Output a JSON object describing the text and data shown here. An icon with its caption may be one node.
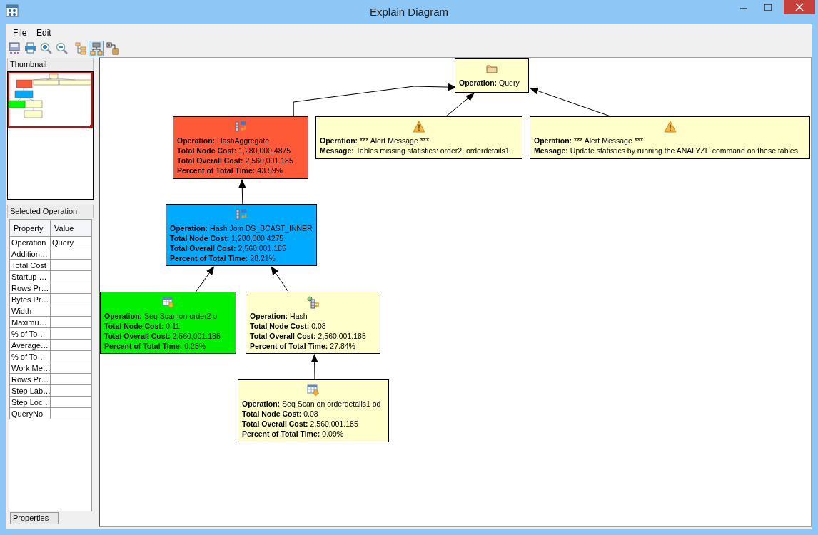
{
  "diagram": {
    "title": "Explain Diagram",
    "nodes": [
      {
        "text": [
          "Operation:",
          "Query"
        ]
      },
      {
        "text": [
          "Operation:",
          "HashAggregate",
          "Total Node Cost:",
          "1,280,000.4875",
          "Total Overall Cost:",
          "2,560,001.185",
          "Percent of Total Time:",
          "43.59%"
        ]
      },
      {
        "text": [
          "Operation:",
          "*** Alert Message ***",
          "Message:",
          "Tables missing statistics: order2, orderdetails1"
        ]
      },
      {
        "text": [
          "Operation:",
          "*** Alert Message ***",
          "Message:",
          "Update statistics by running the ANALYZE command on these tables"
        ]
      },
      {
        "text": [
          "Operation:",
          "Hash Join DS_BCAST_INNER",
          "Total Node Cost:",
          "1,280,000.4275",
          "Total Overall Cost:",
          "2,560,001.185",
          "Percent of Total Time:",
          "28.21%"
        ]
      },
      {
        "text": [
          "Operation:",
          "Seq Scan on order2 o",
          "Total Node Cost:",
          "0.11",
          "Total Overall Cost:",
          "2,560,001.185",
          "Percent of Total Time:",
          "0.28%"
        ]
      },
      {
        "text": [
          "Operation:",
          "Hash",
          "Total Node Cost:",
          "0.08",
          "Total Overall Cost:",
          "2,560,001.185",
          "Percent of Total Time:",
          "27.84%"
        ]
      },
      {
        "text": [
          "Operation:",
          "Seq Scan on orderdetails1 od",
          "Total Node Cost:",
          "0.08",
          "Total Overall Cost:",
          "2,560,001.185",
          "Percent of Total Time:",
          "0.09%"
        ]
      }
    ],
    "edges": [
      {
        "from": 1,
        "to": 0,
        "arrow": "to"
      },
      {
        "from": 2,
        "to": 0,
        "arrow": "to"
      },
      {
        "from": 3,
        "to": 0,
        "arrow": "to"
      },
      {
        "from": 4,
        "to": 1,
        "arrow": "to"
      },
      {
        "from": 5,
        "to": 4,
        "arrow": "to"
      },
      {
        "from": 6,
        "to": 4,
        "arrow": "to"
      },
      {
        "from": 7,
        "to": 6,
        "arrow": "to"
      }
    ],
    "labels": [
      "File",
      "Edit",
      "Thumbnail",
      "Selected Operation",
      "Property",
      "Value",
      "Operation",
      "Query",
      "Addition…",
      "Total Cost",
      "Startup …",
      "Rows Pr…",
      "Bytes Pr…",
      "Width",
      "Maximu…",
      "% of To…",
      "Average…",
      "% of To…",
      "Work Me…",
      "Rows Pr…",
      "Step Lab…",
      "Step Loc…",
      "QueryNo",
      "Properties"
    ]
  }
}
